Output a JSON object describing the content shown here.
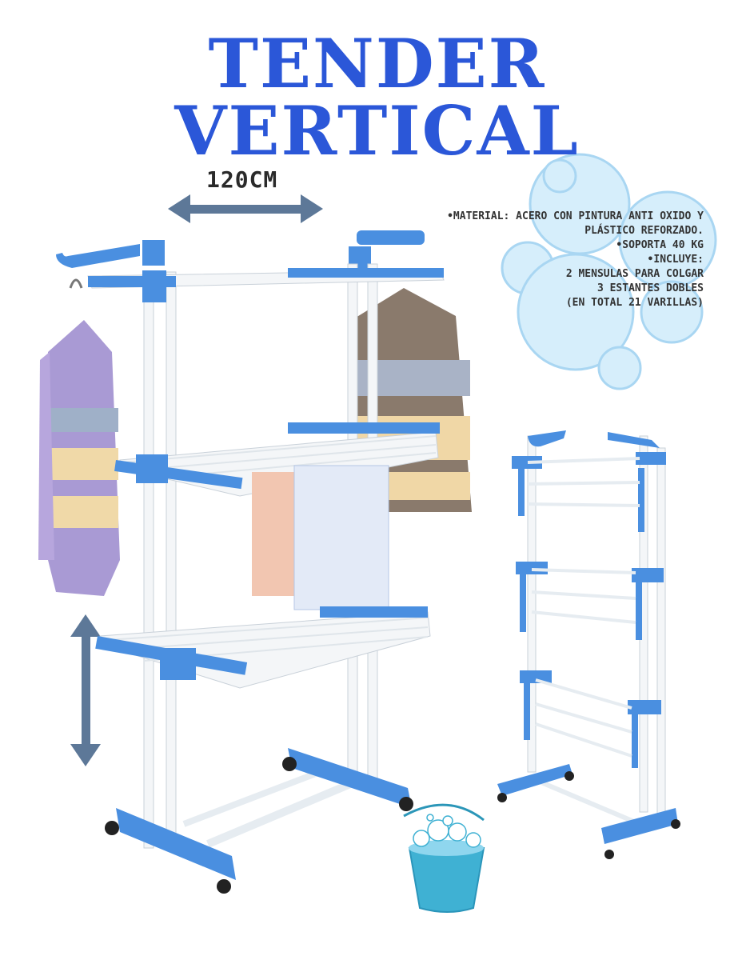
{
  "title": "TENDER VERTICAL",
  "width_label": "120CM",
  "specs": [
    "•MATERIAL: ACERO CON PINTURA ANTI OXIDO Y",
    "PLÁSTICO REFORZADO.",
    "•SOPORTA 40 KG",
    "•INCLUYE:",
    "2 MENSULAS PARA COLGAR",
    "3 ESTANTES DOBLES",
    "(EN TOTAL 21 VARILLAS)"
  ],
  "colors": {
    "title": "#2b57d8",
    "rack_blue": "#4a8fe0",
    "rod_white": "#f4f6f8",
    "arrow": "#5d7898",
    "bubble": "#bfe3f7"
  },
  "icons": [
    "width-arrow-icon",
    "height-arrow-icon",
    "bubbles-icon",
    "bucket-icon"
  ]
}
